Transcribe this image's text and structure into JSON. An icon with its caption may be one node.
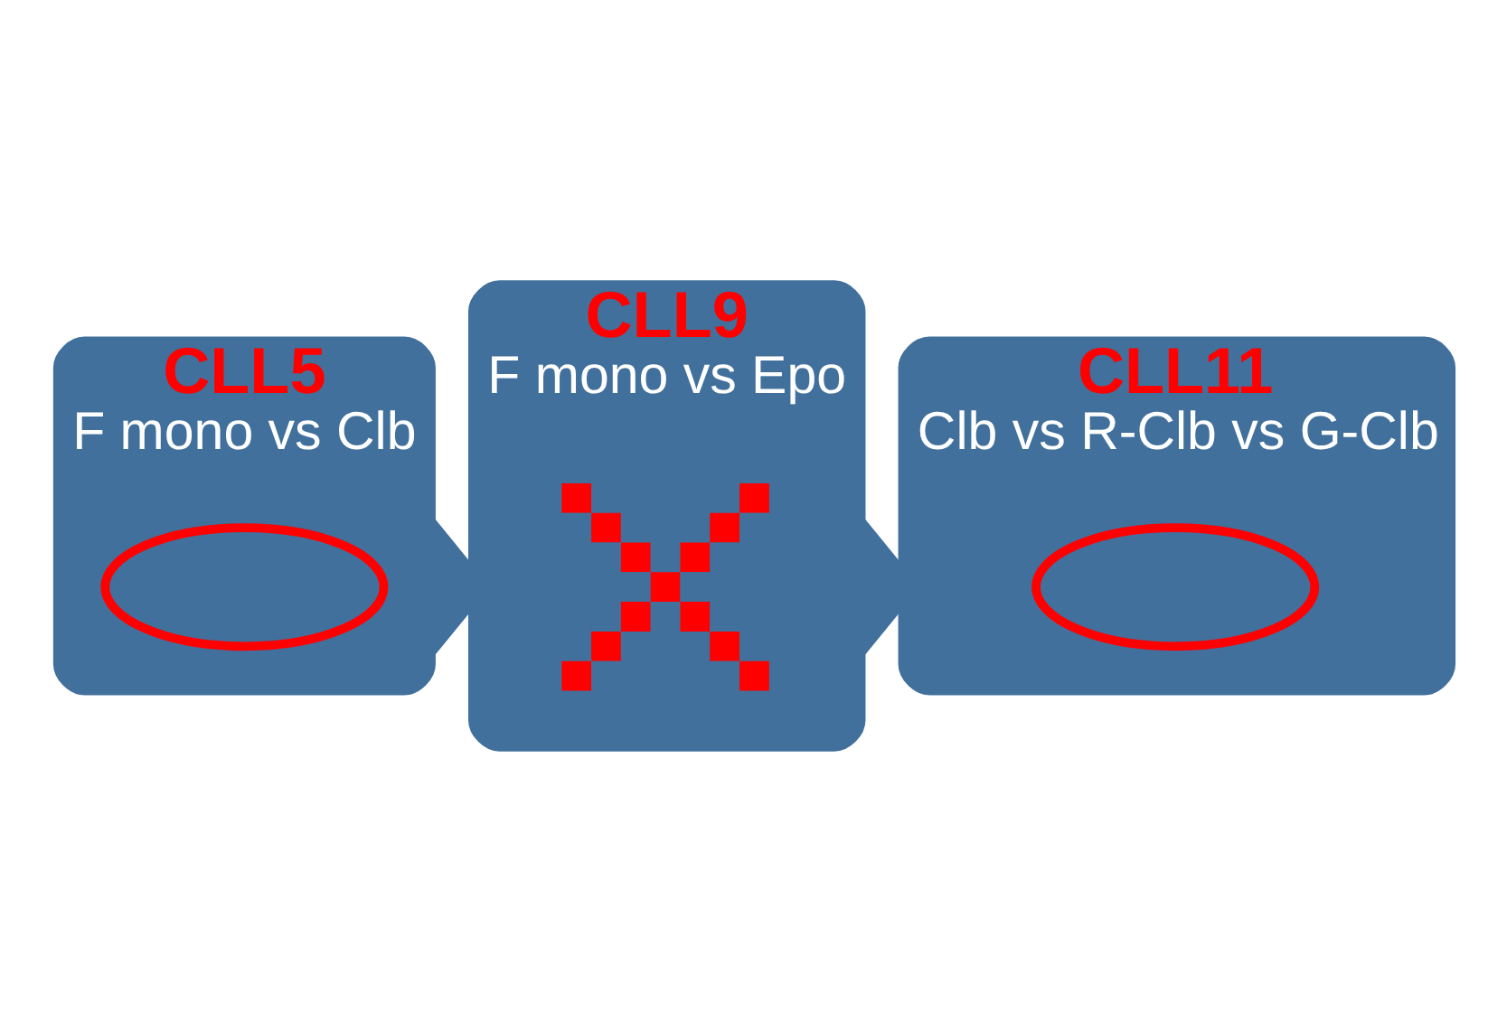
{
  "diagram": {
    "nodes": [
      {
        "text": [
          "CLL5",
          "F mono vs Clb"
        ]
      },
      {
        "text": [],
        "shape": "ellipse",
        "in": 0
      },
      {
        "text": [
          "CLL9",
          "F mono vs Epo"
        ]
      },
      {
        "text": [],
        "shape": "cross",
        "in": 2
      },
      {
        "text": [
          "CLL11",
          "Clb vs R-Clb vs G-Clb"
        ]
      },
      {
        "text": [],
        "shape": "ellipse",
        "in": 4
      }
    ],
    "edges": [
      {
        "from": 0,
        "to": 2,
        "arrow": "to",
        "style": "thick"
      },
      {
        "from": 2,
        "to": 4,
        "arrow": "to",
        "style": "thick"
      }
    ]
  }
}
